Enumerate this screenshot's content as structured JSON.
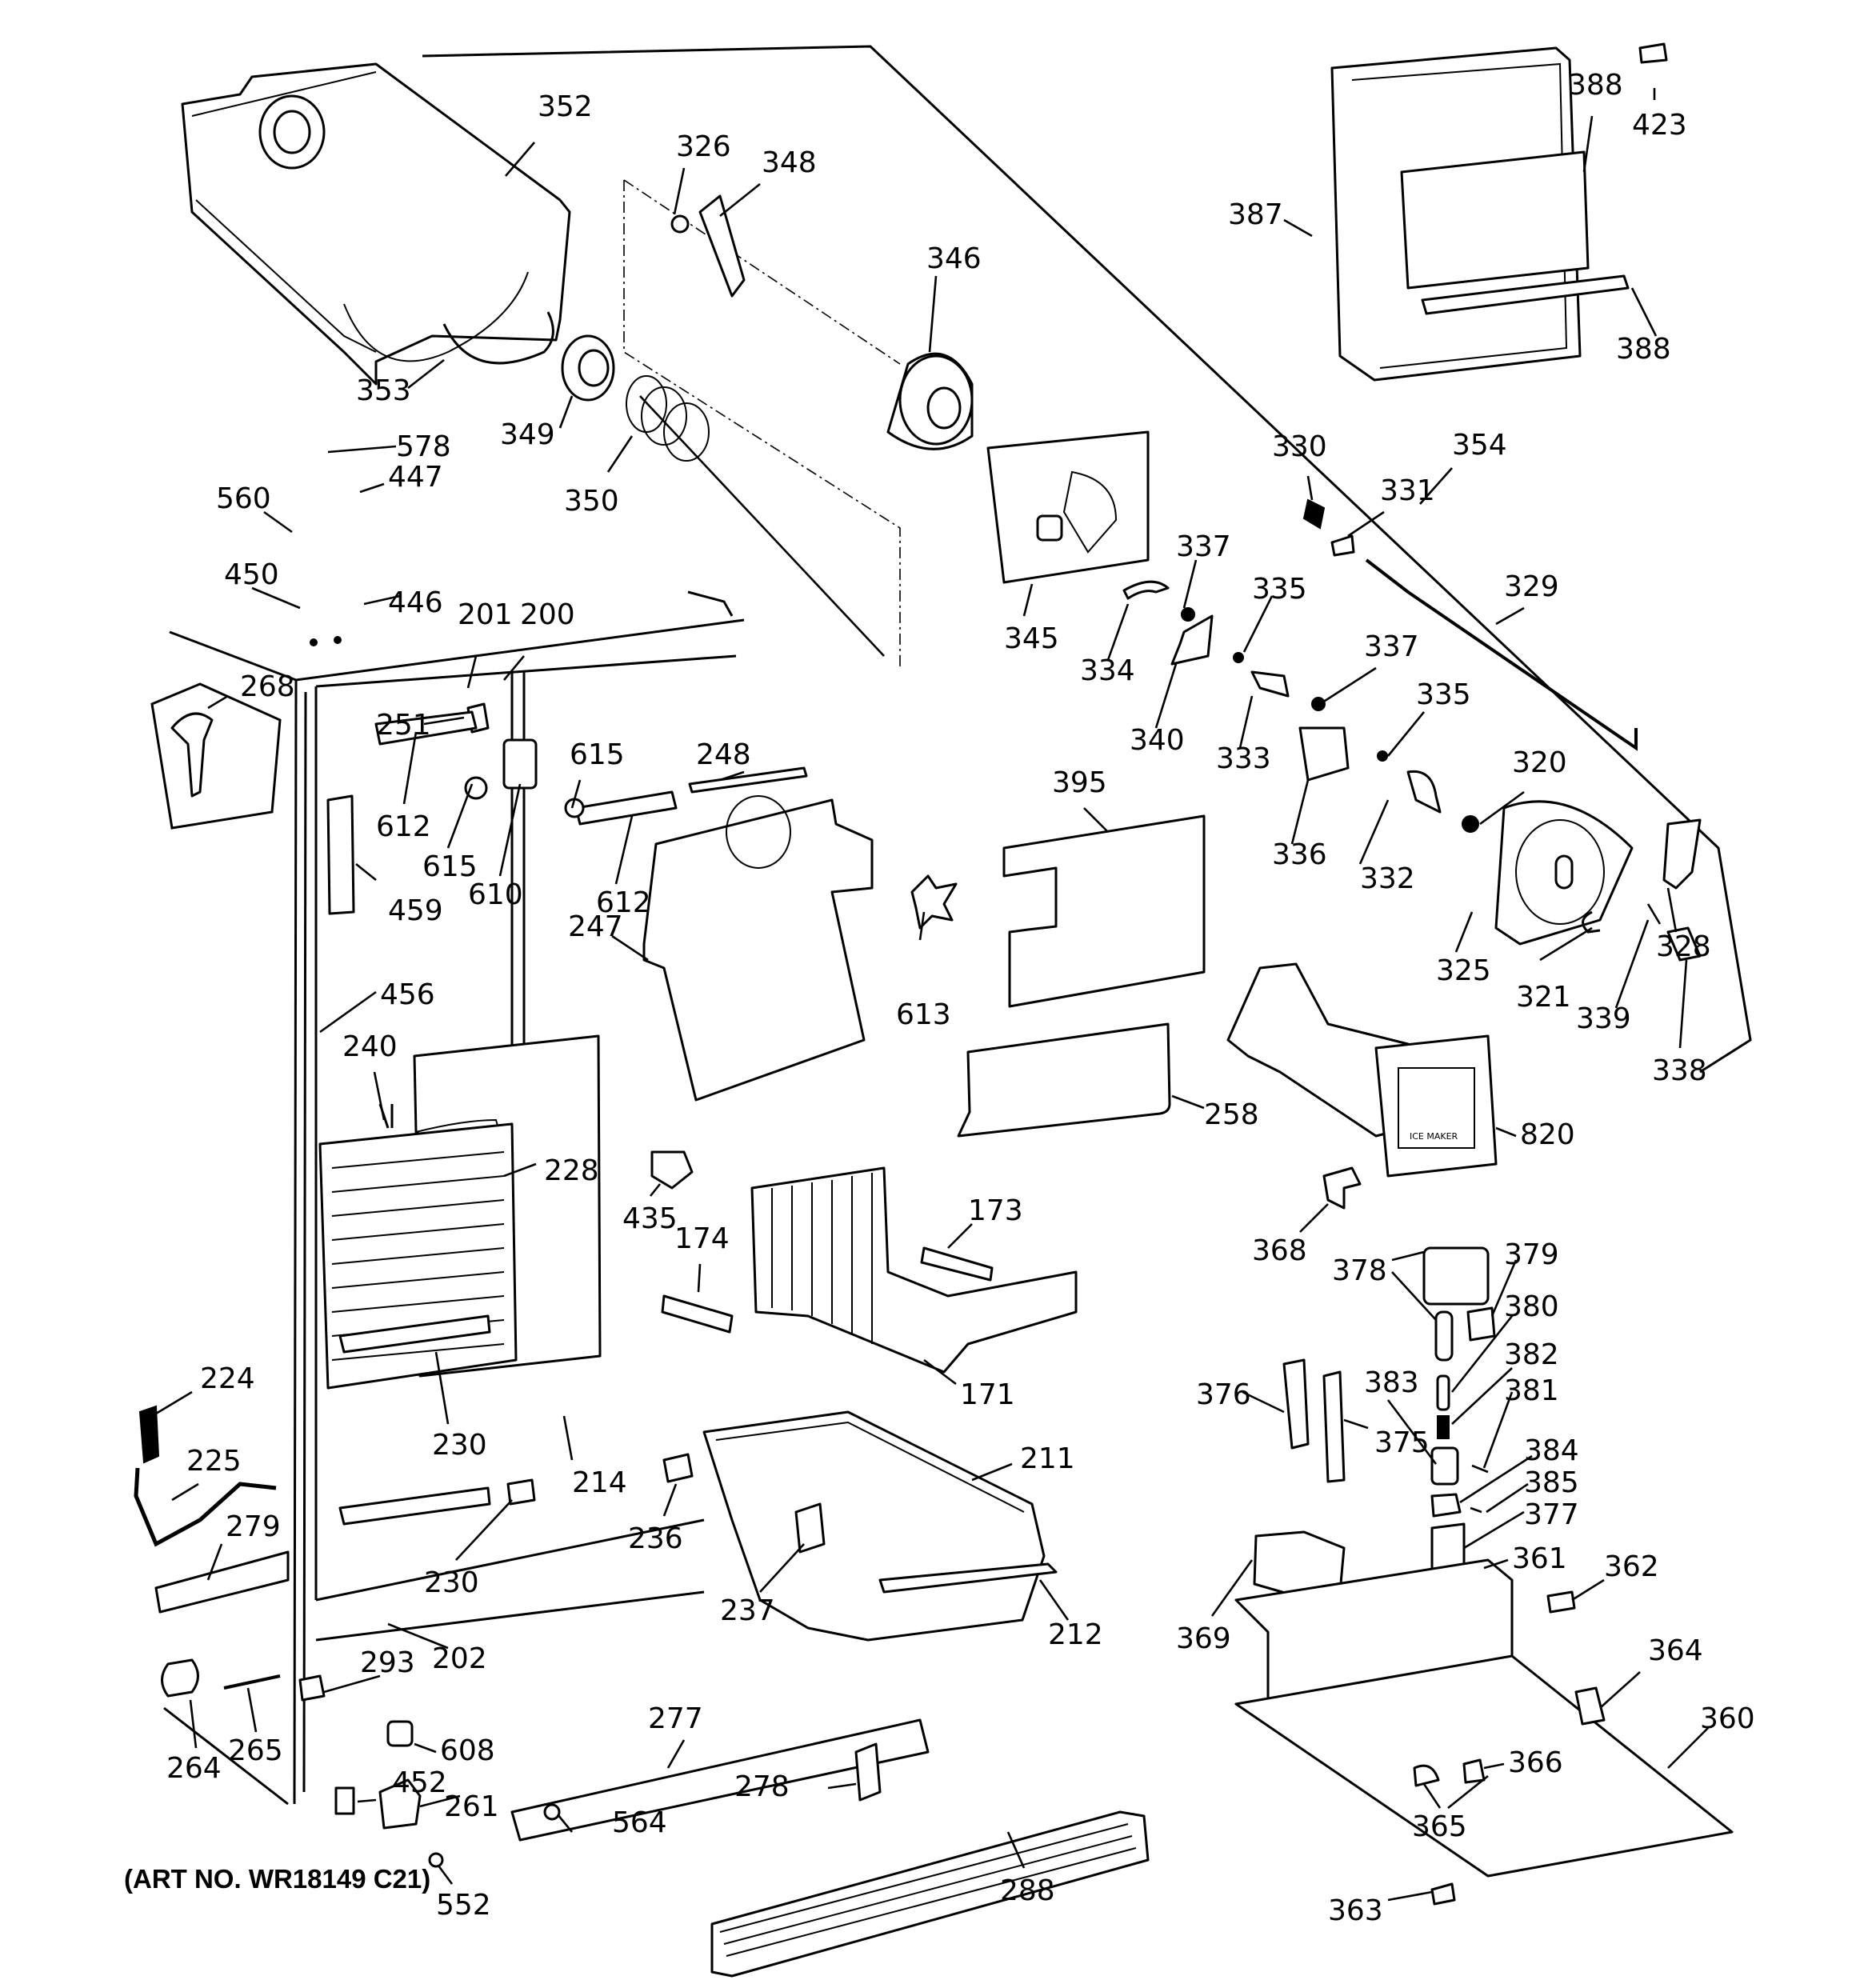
{
  "diagram": {
    "type": "exploded-parts-diagram",
    "subject": "Refrigerator freezer section with ice maker, dispenser and evaporator",
    "art_number": "(ART NO. WR18149 C21)",
    "ice_maker_label": "ICE MAKER",
    "callouts": [
      {
        "id": "352",
        "label": "352"
      },
      {
        "id": "326",
        "label": "326"
      },
      {
        "id": "348",
        "label": "348"
      },
      {
        "id": "346",
        "label": "346"
      },
      {
        "id": "353",
        "label": "353"
      },
      {
        "id": "349",
        "label": "349"
      },
      {
        "id": "350",
        "label": "350"
      },
      {
        "id": "578",
        "label": "578"
      },
      {
        "id": "447",
        "label": "447"
      },
      {
        "id": "560",
        "label": "560"
      },
      {
        "id": "450",
        "label": "450"
      },
      {
        "id": "446",
        "label": "446"
      },
      {
        "id": "201",
        "label": "201"
      },
      {
        "id": "200",
        "label": "200"
      },
      {
        "id": "268",
        "label": "268"
      },
      {
        "id": "251",
        "label": "251"
      },
      {
        "id": "612a",
        "label": "612"
      },
      {
        "id": "615a",
        "label": "615"
      },
      {
        "id": "615b",
        "label": "615"
      },
      {
        "id": "610",
        "label": "610"
      },
      {
        "id": "612b",
        "label": "612"
      },
      {
        "id": "248",
        "label": "248"
      },
      {
        "id": "459",
        "label": "459"
      },
      {
        "id": "247",
        "label": "247"
      },
      {
        "id": "613",
        "label": "613"
      },
      {
        "id": "456",
        "label": "456"
      },
      {
        "id": "240",
        "label": "240"
      },
      {
        "id": "228",
        "label": "228"
      },
      {
        "id": "435",
        "label": "435"
      },
      {
        "id": "174",
        "label": "174"
      },
      {
        "id": "173",
        "label": "173"
      },
      {
        "id": "171",
        "label": "171"
      },
      {
        "id": "224",
        "label": "224"
      },
      {
        "id": "225",
        "label": "225"
      },
      {
        "id": "230a",
        "label": "230"
      },
      {
        "id": "214",
        "label": "214"
      },
      {
        "id": "279",
        "label": "279"
      },
      {
        "id": "230b",
        "label": "230"
      },
      {
        "id": "236",
        "label": "236"
      },
      {
        "id": "211",
        "label": "211"
      },
      {
        "id": "237",
        "label": "237"
      },
      {
        "id": "212",
        "label": "212"
      },
      {
        "id": "202",
        "label": "202"
      },
      {
        "id": "293",
        "label": "293"
      },
      {
        "id": "265",
        "label": "265"
      },
      {
        "id": "264",
        "label": "264"
      },
      {
        "id": "608",
        "label": "608"
      },
      {
        "id": "452",
        "label": "452"
      },
      {
        "id": "261",
        "label": "261"
      },
      {
        "id": "552",
        "label": "552"
      },
      {
        "id": "277",
        "label": "277"
      },
      {
        "id": "278",
        "label": "278"
      },
      {
        "id": "564",
        "label": "564"
      },
      {
        "id": "288",
        "label": "288"
      },
      {
        "id": "387",
        "label": "387"
      },
      {
        "id": "388a",
        "label": "388"
      },
      {
        "id": "423",
        "label": "423"
      },
      {
        "id": "388b",
        "label": "388"
      },
      {
        "id": "354",
        "label": "354"
      },
      {
        "id": "330",
        "label": "330"
      },
      {
        "id": "331",
        "label": "331"
      },
      {
        "id": "345",
        "label": "345"
      },
      {
        "id": "337a",
        "label": "337"
      },
      {
        "id": "335a",
        "label": "335"
      },
      {
        "id": "329",
        "label": "329"
      },
      {
        "id": "334",
        "label": "334"
      },
      {
        "id": "340",
        "label": "340"
      },
      {
        "id": "333",
        "label": "333"
      },
      {
        "id": "337b",
        "label": "337"
      },
      {
        "id": "335b",
        "label": "335"
      },
      {
        "id": "320",
        "label": "320"
      },
      {
        "id": "395",
        "label": "395"
      },
      {
        "id": "336",
        "label": "336"
      },
      {
        "id": "332",
        "label": "332"
      },
      {
        "id": "328",
        "label": "328"
      },
      {
        "id": "325",
        "label": "325"
      },
      {
        "id": "321",
        "label": "321"
      },
      {
        "id": "339",
        "label": "339"
      },
      {
        "id": "338",
        "label": "338"
      },
      {
        "id": "258",
        "label": "258"
      },
      {
        "id": "820",
        "label": "820"
      },
      {
        "id": "368",
        "label": "368"
      },
      {
        "id": "378",
        "label": "378"
      },
      {
        "id": "379",
        "label": "379"
      },
      {
        "id": "380",
        "label": "380"
      },
      {
        "id": "382",
        "label": "382"
      },
      {
        "id": "376",
        "label": "376"
      },
      {
        "id": "383",
        "label": "383"
      },
      {
        "id": "381",
        "label": "381"
      },
      {
        "id": "375",
        "label": "375"
      },
      {
        "id": "384",
        "label": "384"
      },
      {
        "id": "385",
        "label": "385"
      },
      {
        "id": "377",
        "label": "377"
      },
      {
        "id": "361",
        "label": "361"
      },
      {
        "id": "362",
        "label": "362"
      },
      {
        "id": "369",
        "label": "369"
      },
      {
        "id": "364",
        "label": "364"
      },
      {
        "id": "360",
        "label": "360"
      },
      {
        "id": "366",
        "label": "366"
      },
      {
        "id": "365",
        "label": "365"
      },
      {
        "id": "363",
        "label": "363"
      }
    ]
  }
}
